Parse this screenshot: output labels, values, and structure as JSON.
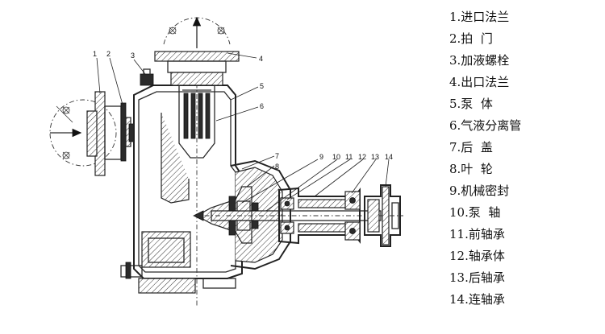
{
  "legend": [
    {
      "label": "1.进口法兰"
    },
    {
      "label": "2.拍  门"
    },
    {
      "label": "3.加液螺栓"
    },
    {
      "label": "4.出口法兰"
    },
    {
      "label": "5.泵  体"
    },
    {
      "label": "6.气液分离管"
    },
    {
      "label": "7.后  盖"
    },
    {
      "label": "8.叶  轮"
    },
    {
      "label": "9.机械密封"
    },
    {
      "label": "10.泵  轴"
    },
    {
      "label": "11.前轴承"
    },
    {
      "label": "12.轴承体"
    },
    {
      "label": "13.后轴承"
    },
    {
      "label": "14.连轴承"
    }
  ],
  "callouts": [
    "1",
    "2",
    "3",
    "4",
    "5",
    "6",
    "7",
    "8",
    "9",
    "10",
    "11",
    "12",
    "13",
    "14"
  ]
}
